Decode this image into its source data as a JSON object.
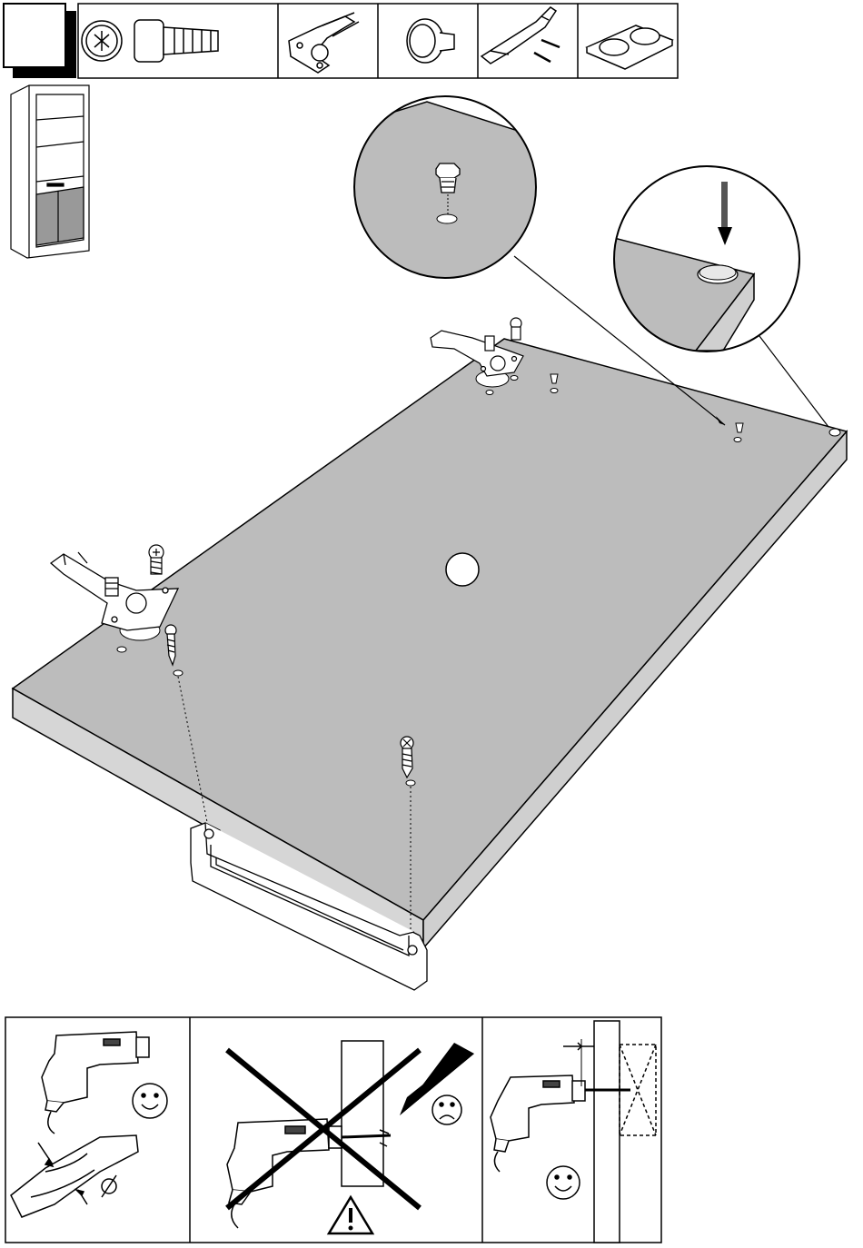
{
  "step": {
    "number": "",
    "parts": [
      {
        "name": "cam-lock-and-dowel"
      },
      {
        "name": "hinge"
      },
      {
        "name": "knob"
      },
      {
        "name": "handle-with-screws"
      },
      {
        "name": "felt-pads"
      }
    ]
  },
  "colors": {
    "panel_fill": "#bcbcbc",
    "panel_edge": "#d8d8d8",
    "line": "#000000",
    "background": "#ffffff"
  },
  "icons": {
    "good": "smiley-face-icon",
    "bad": "frowning-face-icon",
    "warning": "warning-triangle-icon",
    "forbidden": "cross-out-icon"
  }
}
